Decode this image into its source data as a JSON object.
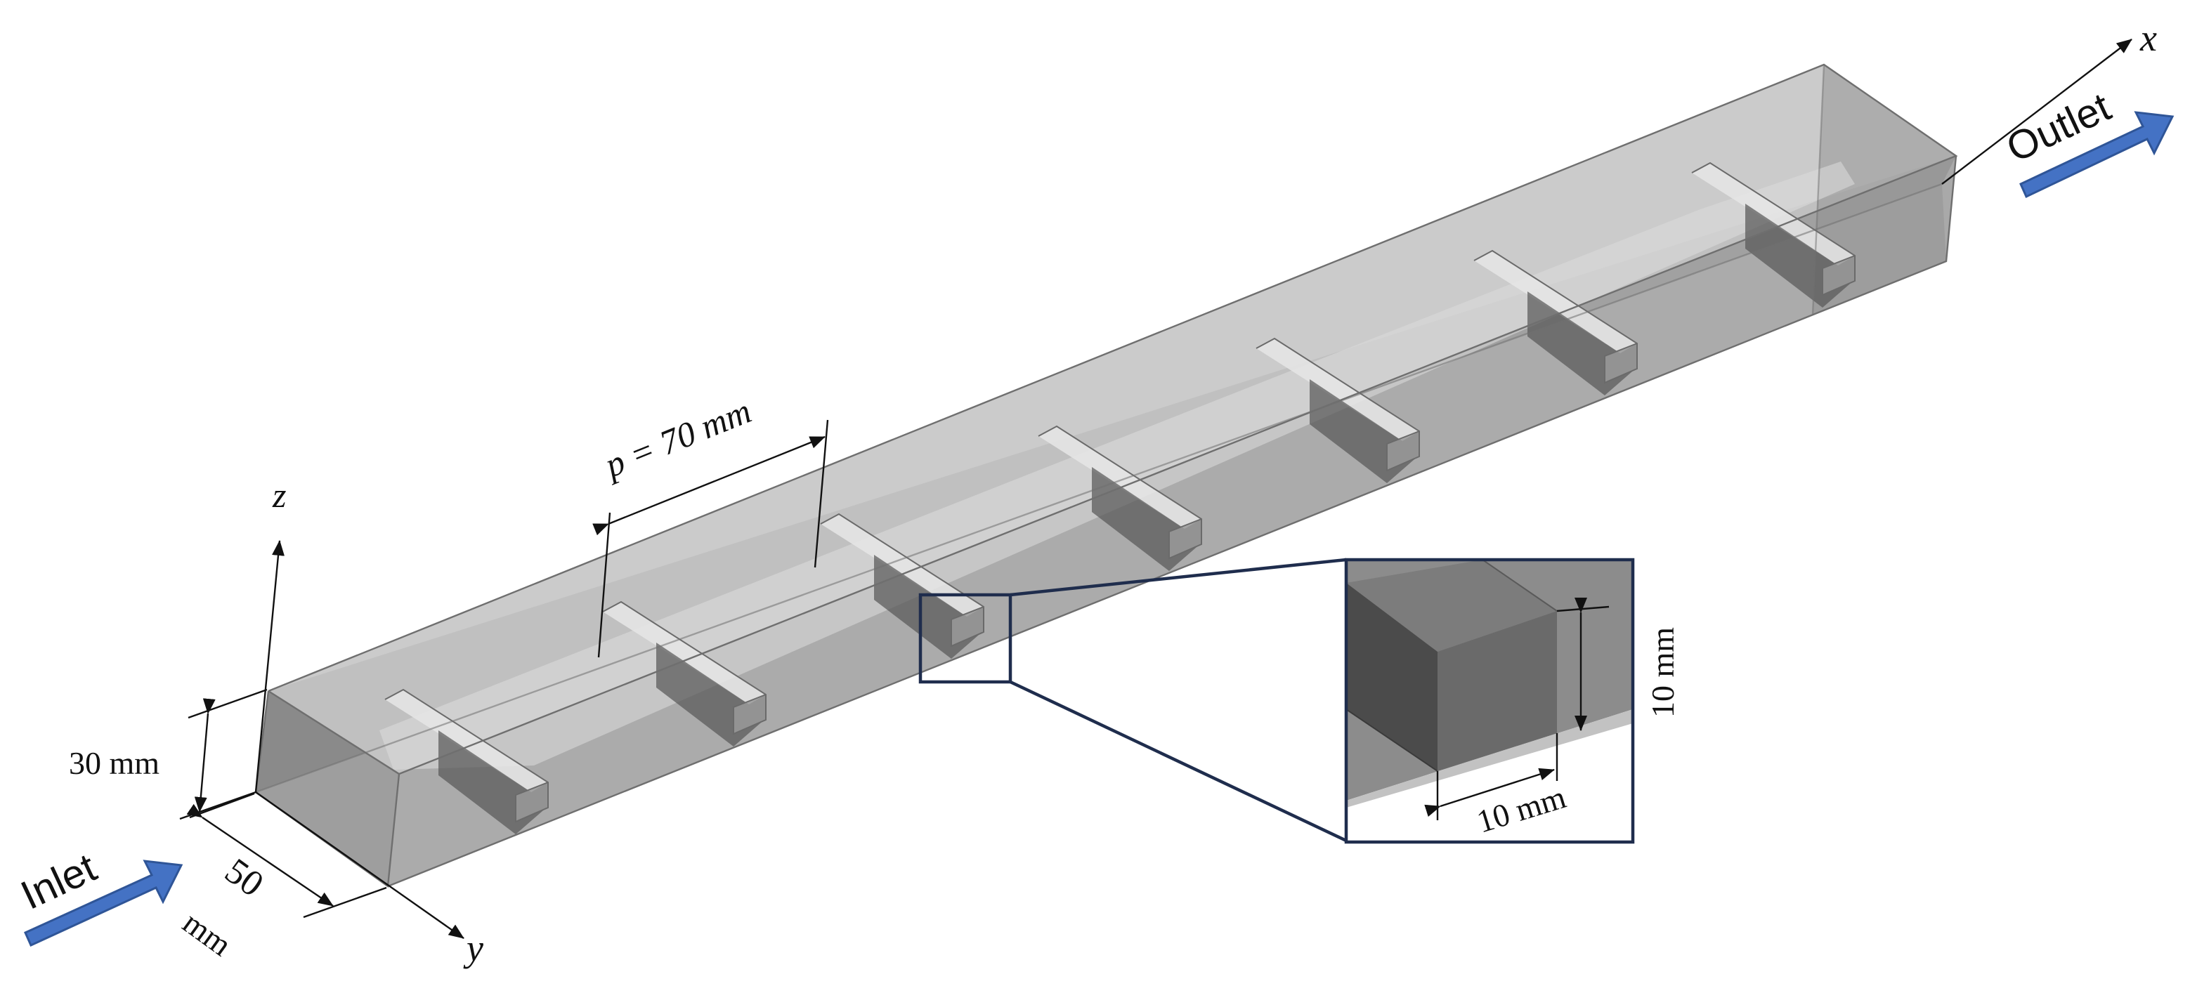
{
  "figure": {
    "labels": {
      "inlet": "Inlet",
      "outlet": "Outlet",
      "pitch": "p = 70 mm",
      "height": "30 mm",
      "width_value": "50",
      "width_unit": "mm",
      "rib_height": "10 mm",
      "rib_width": "10 mm"
    },
    "axes": {
      "x": "x",
      "y": "y",
      "z": "z"
    },
    "rib_count": 7,
    "colors": {
      "flow_arrow": "#4472c4",
      "zoom_frame": "#1f2d4d",
      "channel_tint": "#8c8c8c",
      "rib_top": "#e6e6e6",
      "rib_side": "#555555"
    }
  }
}
